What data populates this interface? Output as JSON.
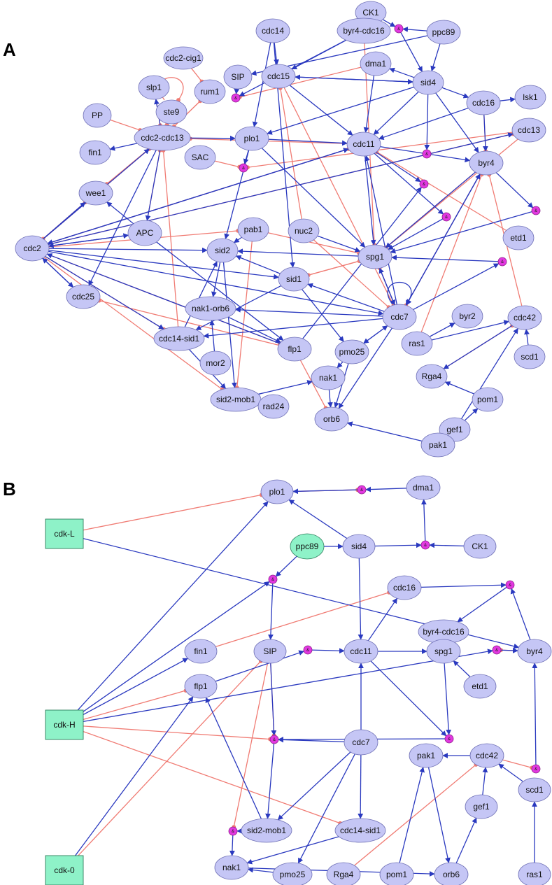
{
  "colors": {
    "node_fill": "#c5c6f5",
    "node_stroke": "#6f70b5",
    "and_fill": "#e238e0",
    "and_stroke": "#8a1f88",
    "input_fill": "#8ef2c8",
    "input_stroke": "#2e7d5b",
    "activation": "#2a39bf",
    "inhibition": "#f07b73"
  },
  "panel_a": {
    "letter": "A",
    "and_label": "&",
    "nodes": [
      "CK1",
      "ppc89",
      "cdc14",
      "byr4-cdc16",
      "dma1",
      "sid4",
      "SIP",
      "cdc15",
      "cdc2-cig1",
      "slp1",
      "rum1",
      "ste9",
      "PP",
      "cdc2-cdc13",
      "plo1",
      "cdc16",
      "lsk1",
      "cdc13",
      "cdc11",
      "fin1",
      "SAC",
      "byr4",
      "wee1",
      "APC",
      "nuc2",
      "pab1",
      "cdc2",
      "sid2",
      "spg1",
      "etd1",
      "sid1",
      "cdc25",
      "nak1-orb6",
      "cdc7",
      "byr2",
      "cdc42",
      "ras1",
      "scd1",
      "cdc14-sid1",
      "mor2",
      "flp1",
      "pmo25",
      "nak1",
      "Rga4",
      "pom1",
      "gef1",
      "pak1",
      "sid2-mob1",
      "rad24",
      "orb6"
    ]
  },
  "panel_b": {
    "letter": "B",
    "and_label": "&",
    "nodes": [
      "plo1",
      "dma1",
      "ppc89",
      "sid4",
      "CK1",
      "cdc16",
      "byr4-cdc16",
      "fin1",
      "SIP",
      "cdc11",
      "spg1",
      "byr4",
      "etd1",
      "flp1",
      "cdc7",
      "pak1",
      "cdc42",
      "scd1",
      "gef1",
      "sid2-mob1",
      "cdc14-sid1",
      "nak1",
      "pmo25",
      "Rga4",
      "pom1",
      "orb6",
      "ras1"
    ],
    "input_nodes": [
      "cdk-L",
      "cdk-H",
      "cdk-0"
    ]
  }
}
